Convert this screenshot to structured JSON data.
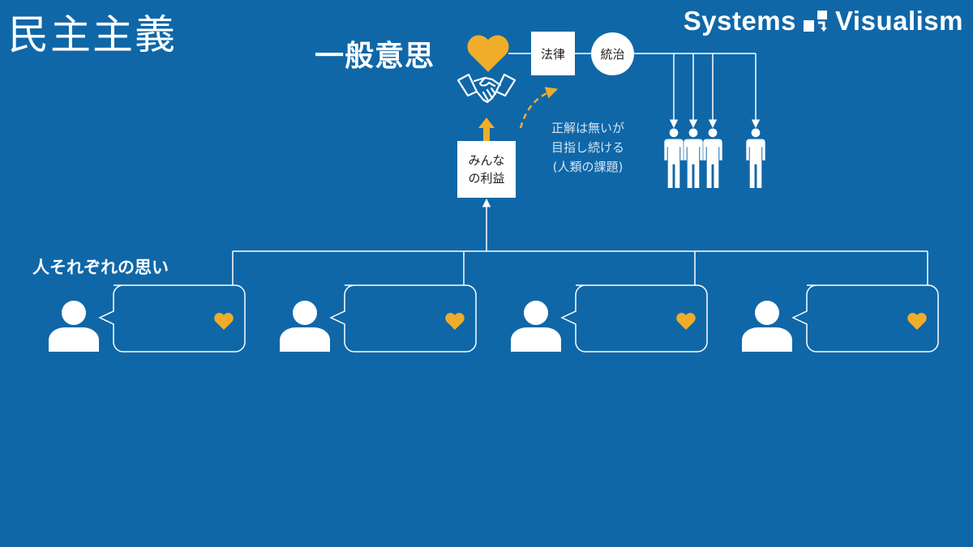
{
  "page": {
    "title": "民主主義"
  },
  "brand": {
    "left": "Systems",
    "right": "Visualism",
    "logo_icon": "flowchart-blocks-icon"
  },
  "general_will": {
    "label": "一般意思",
    "icon": "heart-icon",
    "color": "#f0ad2a"
  },
  "flow": {
    "law_label": "法律",
    "governance_label": "統治",
    "common_benefit_lines": [
      "みんな",
      "の利益"
    ],
    "handshake_icon": "handshake-icon",
    "upward_arrow_icon": "arrow-up-icon",
    "curved_arrow_icon": "dashed-curved-arrow-icon",
    "note_lines": [
      "正解は無いが",
      "目指し続ける",
      "(人類の課題)"
    ],
    "governed_people_icon": "person-icon"
  },
  "voices": {
    "label": "人それぞれの思い",
    "people": [
      {
        "icon": "user-icon",
        "bubble_icon": "heart-icon"
      },
      {
        "icon": "user-icon",
        "bubble_icon": "heart-icon"
      },
      {
        "icon": "user-icon",
        "bubble_icon": "heart-icon"
      },
      {
        "icon": "user-icon",
        "bubble_icon": "heart-icon"
      }
    ]
  },
  "colors": {
    "background": "#0f67a8",
    "accent": "#f0ad2a",
    "foreground": "#ffffff"
  }
}
